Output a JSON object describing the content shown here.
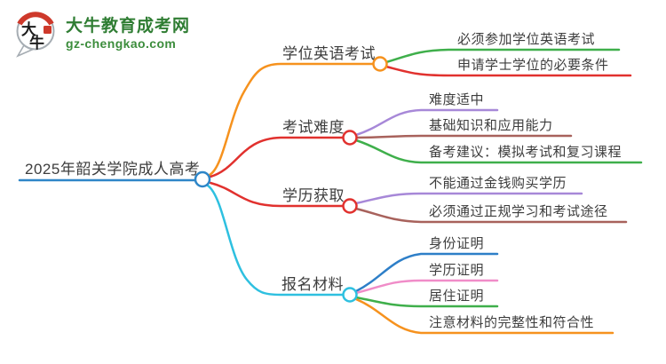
{
  "logo": {
    "title": "大牛教育成考网",
    "url": "gz-chengkao.com",
    "char1": "大",
    "char2": "牛"
  },
  "palette": {
    "blue": "#2e86c8",
    "orange": "#f6921e",
    "red": "#e1312e",
    "cyan": "#2ec0e0",
    "green": "#3faf4b",
    "purple": "#a788d8",
    "brown": "#a8625c",
    "blue_child": "#2e7fc8",
    "pink": "#f08cc8",
    "logo_green": "#2f7d33",
    "logo_red": "#ce392b",
    "text": "#3d3d3d",
    "node_fill": "#ffffff"
  },
  "mindmap": {
    "root": {
      "label": "2025年韶关学院成人高考"
    },
    "branches": [
      {
        "label": "学位英语考试",
        "color": "#f6921e",
        "children": [
          {
            "label": "必须参加学位英语考试",
            "color": "#3faf4b"
          },
          {
            "label": "申请学士学位的必要条件",
            "color": "#e1312e"
          }
        ]
      },
      {
        "label": "考试难度",
        "color": "#e1312e",
        "children": [
          {
            "label": "难度适中",
            "color": "#a788d8"
          },
          {
            "label": "基础知识和应用能力",
            "color": "#a8625c"
          },
          {
            "label": "备考建议：模拟考试和复习课程",
            "color": "#3faf4b"
          }
        ]
      },
      {
        "label": "学历获取",
        "color": "#e1312e",
        "children": [
          {
            "label": "不能通过金钱购买学历",
            "color": "#a788d8"
          },
          {
            "label": "必须通过正规学习和考试途径",
            "color": "#a8625c"
          }
        ]
      },
      {
        "label": "报名材料",
        "color": "#2ec0e0",
        "children": [
          {
            "label": "身份证明",
            "color": "#2e7fc8"
          },
          {
            "label": "学历证明",
            "color": "#f08cc8"
          },
          {
            "label": "居住证明",
            "color": "#3faf4b"
          },
          {
            "label": "注意材料的完整性和符合性",
            "color": "#f6921e"
          }
        ]
      }
    ]
  }
}
